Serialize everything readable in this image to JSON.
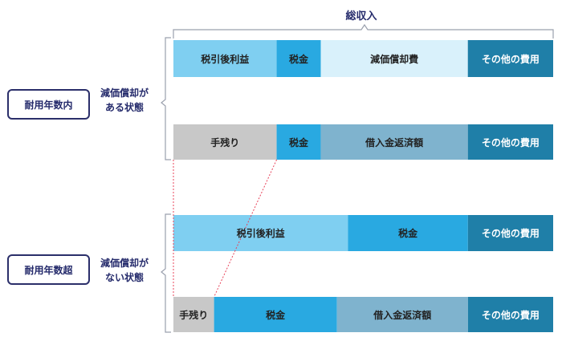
{
  "header": {
    "title": "総収入"
  },
  "groups": [
    {
      "box_label": "耐用年数内",
      "condition_line1": "減価償却が",
      "condition_line2": "ある状態"
    },
    {
      "box_label": "耐用年数超",
      "condition_line1": "減価償却が",
      "condition_line2": "ない状態"
    }
  ],
  "rows": [
    {
      "segments": [
        {
          "label": "税引後利益",
          "share": 0.2718,
          "color": "#7fcff1",
          "text_color": "#222222"
        },
        {
          "label": "税金",
          "share": 0.1163,
          "color": "#29a9e1",
          "text_color": "#222222"
        },
        {
          "label": "減価償却費",
          "share": 0.3872,
          "color": "#d9f1fb",
          "text_color": "#222222"
        },
        {
          "label": "その他の費用",
          "share": 0.2247,
          "color": "#1f7fa8",
          "text_color": "#ffffff"
        }
      ]
    },
    {
      "segments": [
        {
          "label": "手残り",
          "share": 0.2718,
          "color": "#c8c8c8",
          "text_color": "#222222"
        },
        {
          "label": "税金",
          "share": 0.1163,
          "color": "#29a9e1",
          "text_color": "#222222"
        },
        {
          "label": "借入金返済額",
          "share": 0.3872,
          "color": "#7fb3ce",
          "text_color": "#222222"
        },
        {
          "label": "その他の費用",
          "share": 0.2247,
          "color": "#1f7fa8",
          "text_color": "#ffffff"
        }
      ]
    },
    {
      "segments": [
        {
          "label": "税引後利益",
          "share": 0.4597,
          "color": "#7fcff1",
          "text_color": "#222222"
        },
        {
          "label": "税金",
          "share": 0.3158,
          "color": "#29a9e1",
          "text_color": "#222222"
        },
        {
          "label": "その他の費用",
          "share": 0.2245,
          "color": "#1f7fa8",
          "text_color": "#ffffff"
        }
      ]
    },
    {
      "segments": [
        {
          "label": "手残り",
          "share": 0.107,
          "color": "#c8c8c8",
          "text_color": "#222222"
        },
        {
          "label": "税金",
          "share": 0.3236,
          "color": "#29a9e1",
          "text_color": "#222222"
        },
        {
          "label": "借入金返済額",
          "share": 0.345,
          "color": "#7fb3ce",
          "text_color": "#222222"
        },
        {
          "label": "その他の費用",
          "share": 0.2244,
          "color": "#1f7fa8",
          "text_color": "#ffffff"
        }
      ]
    }
  ]
}
